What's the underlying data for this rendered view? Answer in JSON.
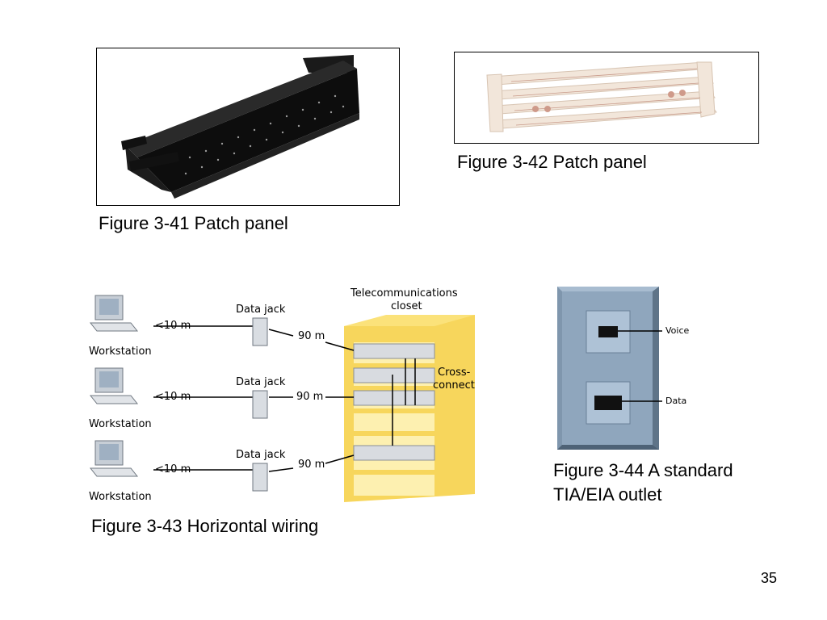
{
  "figures": {
    "fig41": {
      "caption": "Figure 3-41 Patch panel"
    },
    "fig42": {
      "caption": "Figure 3-42 Patch panel"
    },
    "fig43": {
      "caption": "Figure 3-43 Horizontal wiring",
      "closet_label_line1": "Telecommunications",
      "closet_label_line2": "closet",
      "cross_connect_line1": "Cross-",
      "cross_connect_line2": "connect",
      "rows": [
        {
          "workstation": "Workstation",
          "short_run": "<10 m",
          "jack": "Data jack",
          "long_run": "90 m"
        },
        {
          "workstation": "Workstation",
          "short_run": "<10 m",
          "jack": "Data jack",
          "long_run": "90 m"
        },
        {
          "workstation": "Workstation",
          "short_run": "<10 m",
          "jack": "Data jack",
          "long_run": "90 m"
        }
      ]
    },
    "fig44": {
      "caption_line1": "Figure 3-44 A standard",
      "caption_line2": "TIA/EIA outlet",
      "voice_label": "Voice",
      "data_label": "Data"
    }
  },
  "page_number": "35",
  "colors": {
    "closet_yellow": "#fbe27a",
    "outlet_blue": "#8fa6bd"
  }
}
